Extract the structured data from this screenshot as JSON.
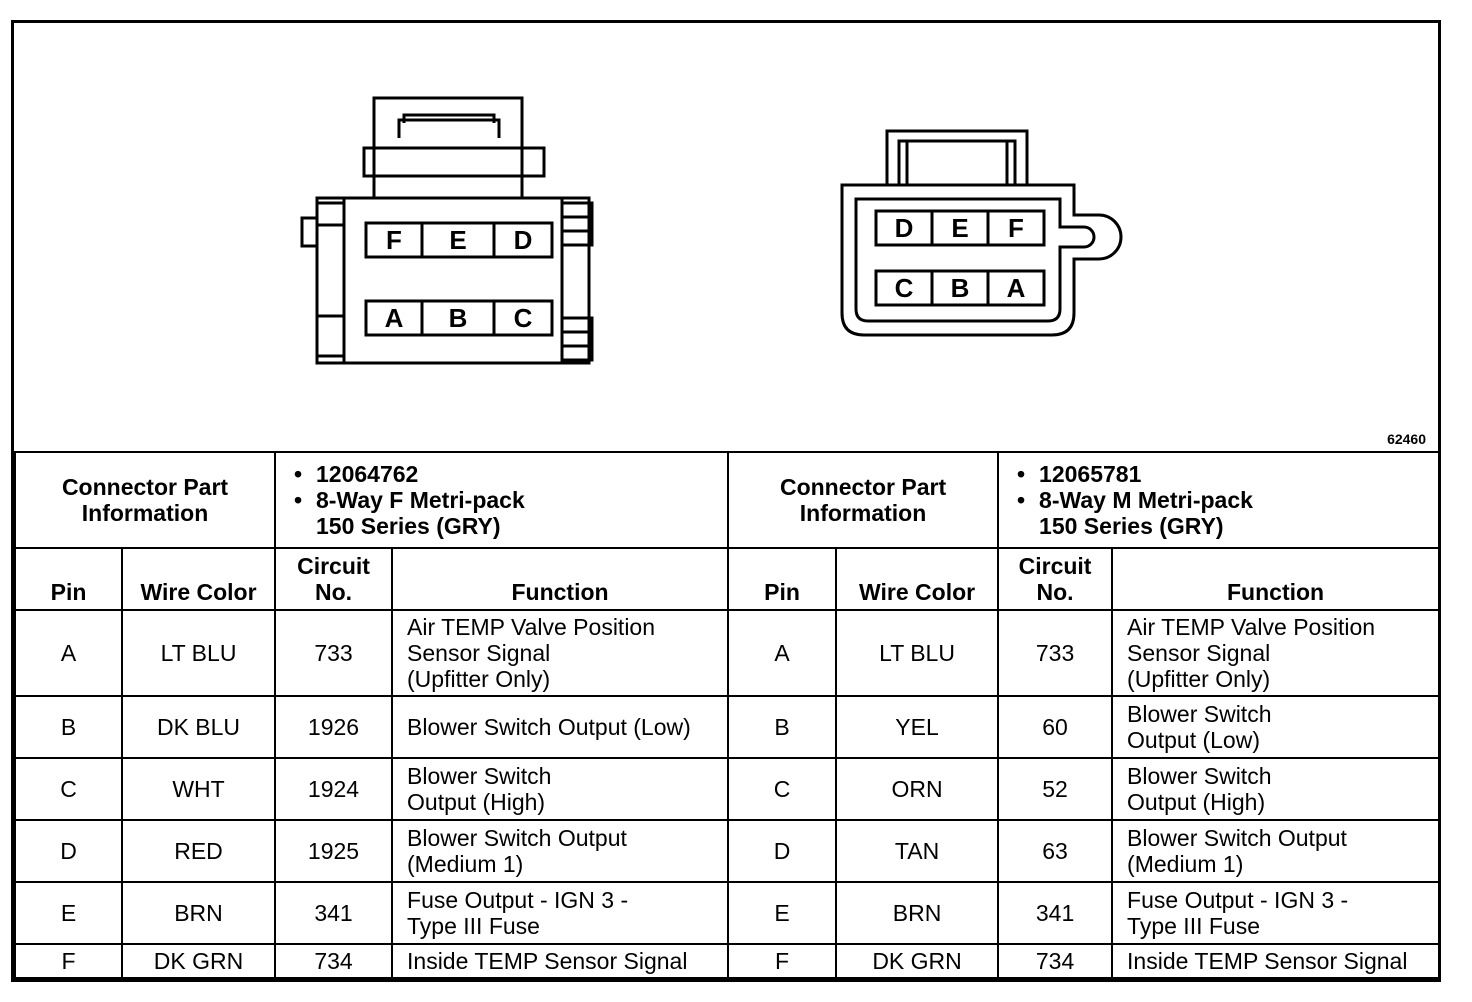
{
  "figure_number": "62460",
  "left_connector": {
    "top_row_pins": [
      "F",
      "E",
      "D"
    ],
    "bottom_row_pins": [
      "A",
      "B",
      "C"
    ]
  },
  "right_connector": {
    "top_row_pins": [
      "D",
      "E",
      "F"
    ],
    "bottom_row_pins": [
      "C",
      "B",
      "A"
    ]
  },
  "header": {
    "label_line1": "Connector Part",
    "label_line2": "Information",
    "left_part_number": "12064762",
    "left_desc_line1": "8-Way F Metri-pack",
    "left_desc_line2": "150 Series (GRY)",
    "right_part_number": "12065781",
    "right_desc_line1": "8-Way M Metri-pack",
    "right_desc_line2": "150 Series (GRY)"
  },
  "columns": {
    "pin": "Pin",
    "wire_color": "Wire Color",
    "circuit_line1": "Circuit",
    "circuit_line2": "No.",
    "function": "Function"
  },
  "left_rows": [
    {
      "pin": "A",
      "wire": "LT BLU",
      "circuit": "733",
      "function": [
        "Air TEMP Valve Position",
        "Sensor Signal",
        "(Upfitter Only)"
      ]
    },
    {
      "pin": "B",
      "wire": "DK BLU",
      "circuit": "1926",
      "function": [
        "Blower Switch Output (Low)"
      ]
    },
    {
      "pin": "C",
      "wire": "WHT",
      "circuit": "1924",
      "function": [
        "Blower Switch",
        "Output (High)"
      ]
    },
    {
      "pin": "D",
      "wire": "RED",
      "circuit": "1925",
      "function": [
        "Blower Switch Output",
        "(Medium 1)"
      ]
    },
    {
      "pin": "E",
      "wire": "BRN",
      "circuit": "341",
      "function": [
        "Fuse Output - IGN 3 -",
        "Type III Fuse"
      ]
    },
    {
      "pin": "F",
      "wire": "DK GRN",
      "circuit": "734",
      "function": [
        "Inside TEMP Sensor Signal"
      ]
    }
  ],
  "right_rows": [
    {
      "pin": "A",
      "wire": "LT BLU",
      "circuit": "733",
      "function": [
        "Air TEMP Valve Position",
        "Sensor Signal",
        "(Upfitter Only)"
      ]
    },
    {
      "pin": "B",
      "wire": "YEL",
      "circuit": "60",
      "function": [
        "Blower Switch",
        "Output (Low)"
      ]
    },
    {
      "pin": "C",
      "wire": "ORN",
      "circuit": "52",
      "function": [
        "Blower Switch",
        "Output (High)"
      ]
    },
    {
      "pin": "D",
      "wire": "TAN",
      "circuit": "63",
      "function": [
        "Blower Switch Output",
        "(Medium 1)"
      ]
    },
    {
      "pin": "E",
      "wire": "BRN",
      "circuit": "341",
      "function": [
        "Fuse Output - IGN 3 -",
        "Type III Fuse"
      ]
    },
    {
      "pin": "F",
      "wire": "DK GRN",
      "circuit": "734",
      "function": [
        "Inside TEMP Sensor Signal"
      ]
    }
  ]
}
